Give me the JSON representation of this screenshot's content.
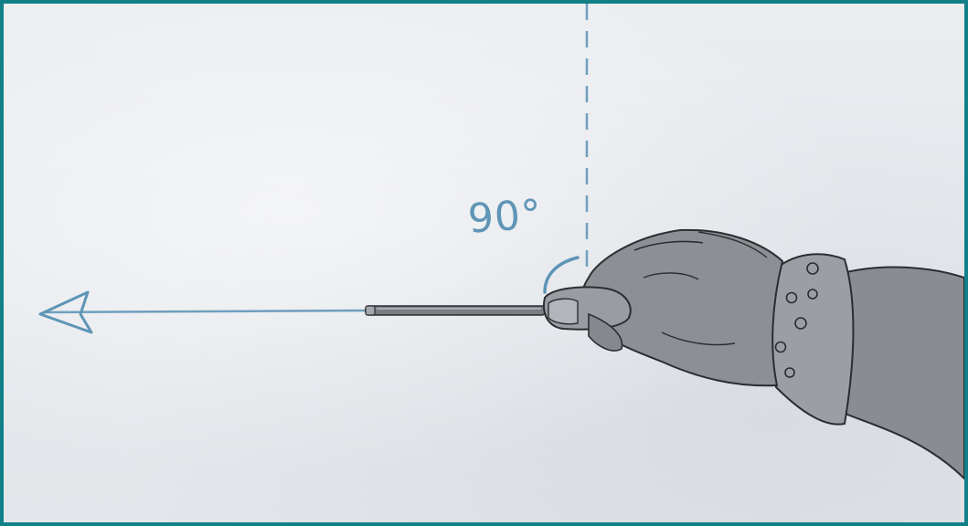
{
  "diagram": {
    "angle_label": "90°",
    "colors": {
      "frame": "#137f86",
      "annotation_blue": "#5f95b6",
      "paper": "#e7e9ed",
      "glove": "#8d8f94",
      "outline": "#2b2d31"
    },
    "elements": {
      "direction_arrow": "arrow-left-icon",
      "tool": "rod",
      "hand": "gloved-hand",
      "reference_line": "dashed-vertical-line"
    }
  }
}
